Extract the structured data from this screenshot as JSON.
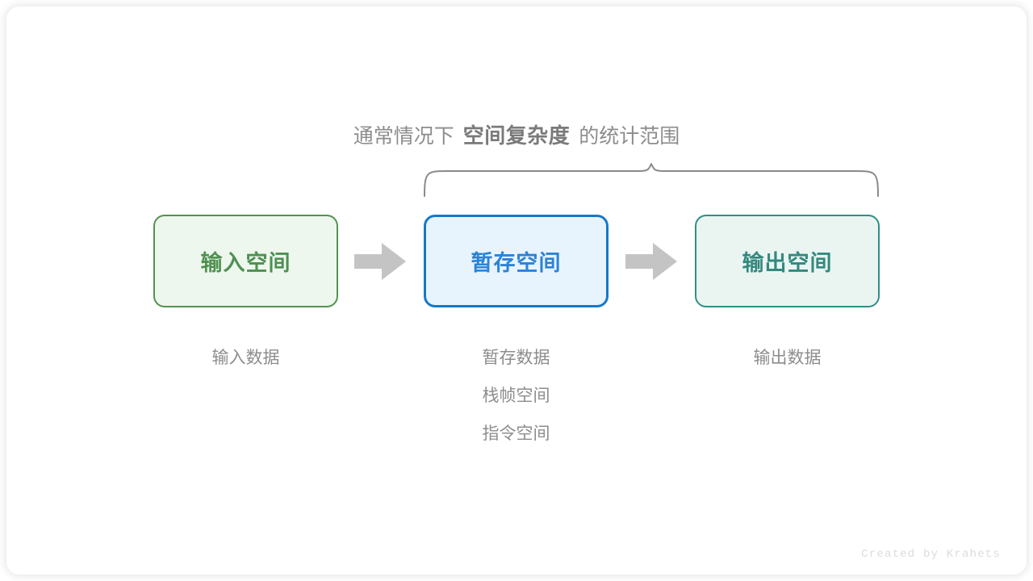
{
  "diagram": {
    "title_caption": {
      "prefix": "通常情况下",
      "emphasis": "空间复杂度",
      "suffix": "的统计范围"
    },
    "brace": {
      "name": "curly-brace",
      "color": "#8a8a8a",
      "spans_nodes": [
        "暂存空间",
        "输出空间"
      ]
    },
    "nodes": [
      {
        "id": "input",
        "label": "输入空间",
        "border_color": "#52934f",
        "fill_color": "#eef7ee",
        "text_color": "#4e9150",
        "sublabels": [
          "输入数据"
        ]
      },
      {
        "id": "temp",
        "label": "暂存空间",
        "border_color": "#1878c8",
        "fill_color": "#e8f4fd",
        "text_color": "#2b83d6",
        "sublabels": [
          "暂存数据",
          "栈帧空间",
          "指令空间"
        ]
      },
      {
        "id": "output",
        "label": "输出空间",
        "border_color": "#318e85",
        "fill_color": "#eaf5f2",
        "text_color": "#33897f",
        "sublabels": [
          "输出数据"
        ]
      }
    ],
    "arrows": [
      {
        "id": "arrow-input-to-temp",
        "color": "#c4c4c4"
      },
      {
        "id": "arrow-temp-to-output",
        "color": "#c4c4c4"
      }
    ],
    "watermark": "Created by Krahets",
    "colors": {
      "background": "#ffffff",
      "card": "#ffffff",
      "muted_text": "#8d8d8d",
      "watermark_text": "#dcdcdc"
    }
  }
}
